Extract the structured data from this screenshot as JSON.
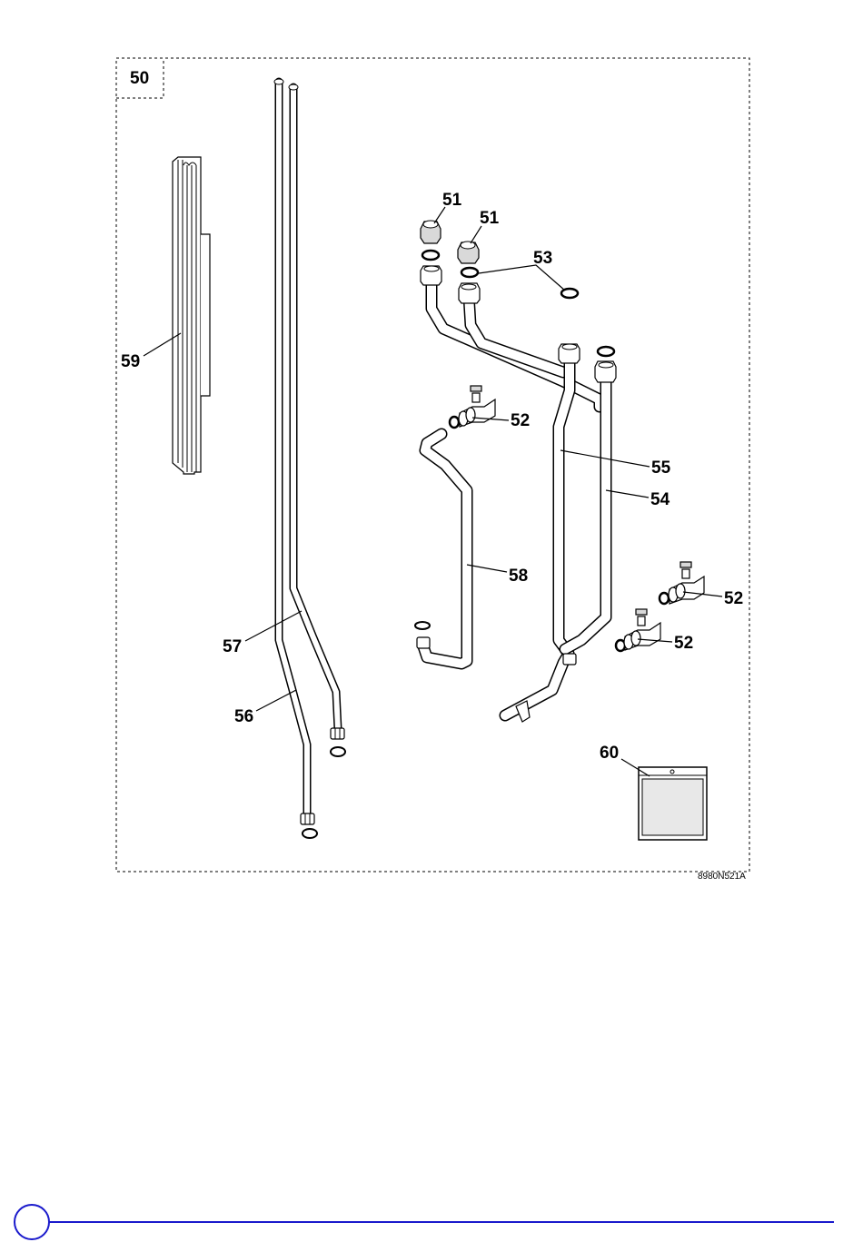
{
  "diagram": {
    "group_label": "50",
    "drawing_code": "8980N521A",
    "callouts": {
      "c51a": "51",
      "c51b": "51",
      "c53": "53",
      "c52a": "52",
      "c55": "55",
      "c54": "54",
      "c59": "59",
      "c58": "58",
      "c52b": "52",
      "c57": "57",
      "c52c": "52",
      "c56": "56",
      "c60": "60"
    }
  },
  "footer": {
    "accent_color": "#1a1acc"
  }
}
